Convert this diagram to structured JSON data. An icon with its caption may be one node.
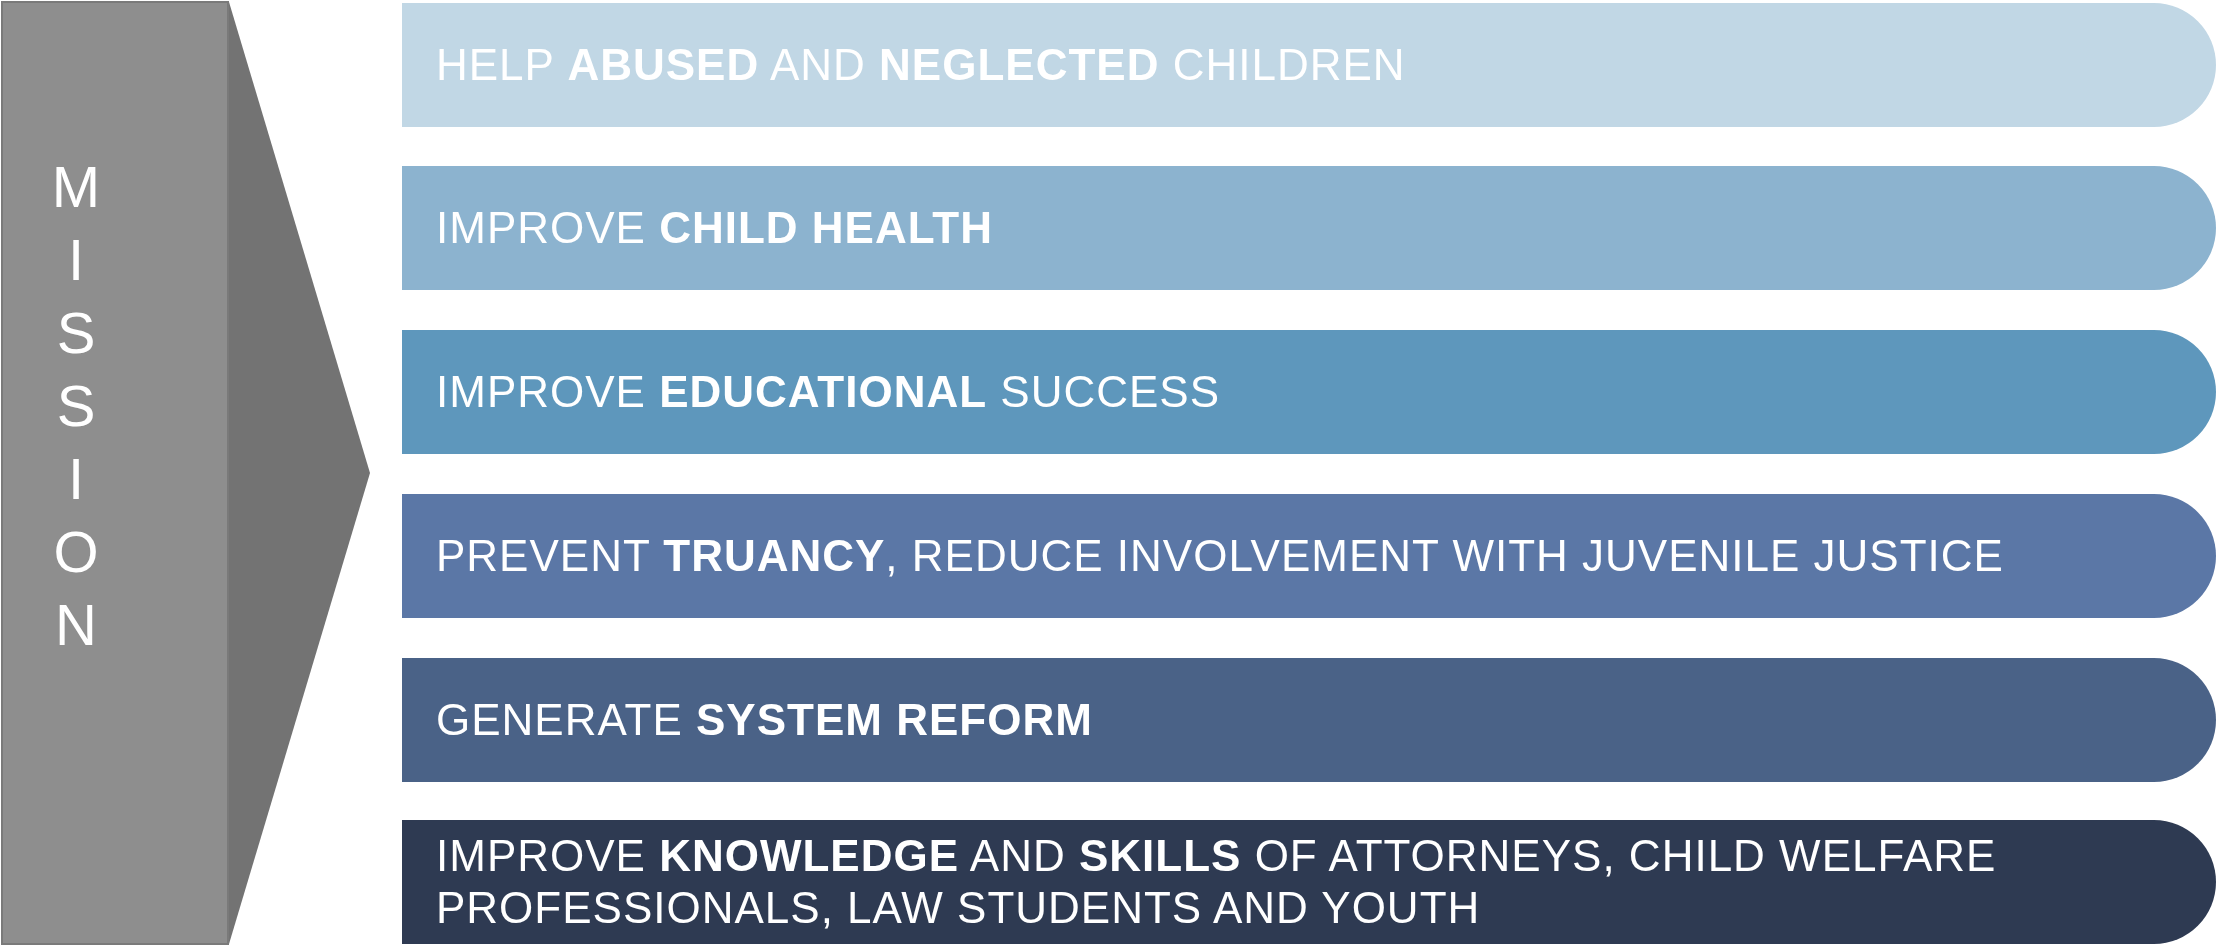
{
  "diagram": {
    "nodes": [
      {
        "text": [
          "MISSION"
        ]
      },
      {
        "text": [
          "HELP **ABUSED** AND **NEGLECTED** CHILDREN"
        ]
      },
      {
        "text": [
          "IMPROVE **CHILD HEALTH**"
        ]
      },
      {
        "text": [
          "IMPROVE **EDUCATIONAL** SUCCESS"
        ]
      },
      {
        "text": [
          "PREVENT **TRUANCY**, REDUCE INVOLVEMENT WITH JUVENILE JUSTICE"
        ]
      },
      {
        "text": [
          "GENERATE **SYSTEM REFORM**"
        ]
      },
      {
        "text": [
          "IMPROVE **KNOWLEDGE** AND **SKILLS** OF ATTORNEYS, CHILD WELFARE PROFESSIONALS, LAW STUDENTS AND YOUTH"
        ]
      }
    ]
  }
}
